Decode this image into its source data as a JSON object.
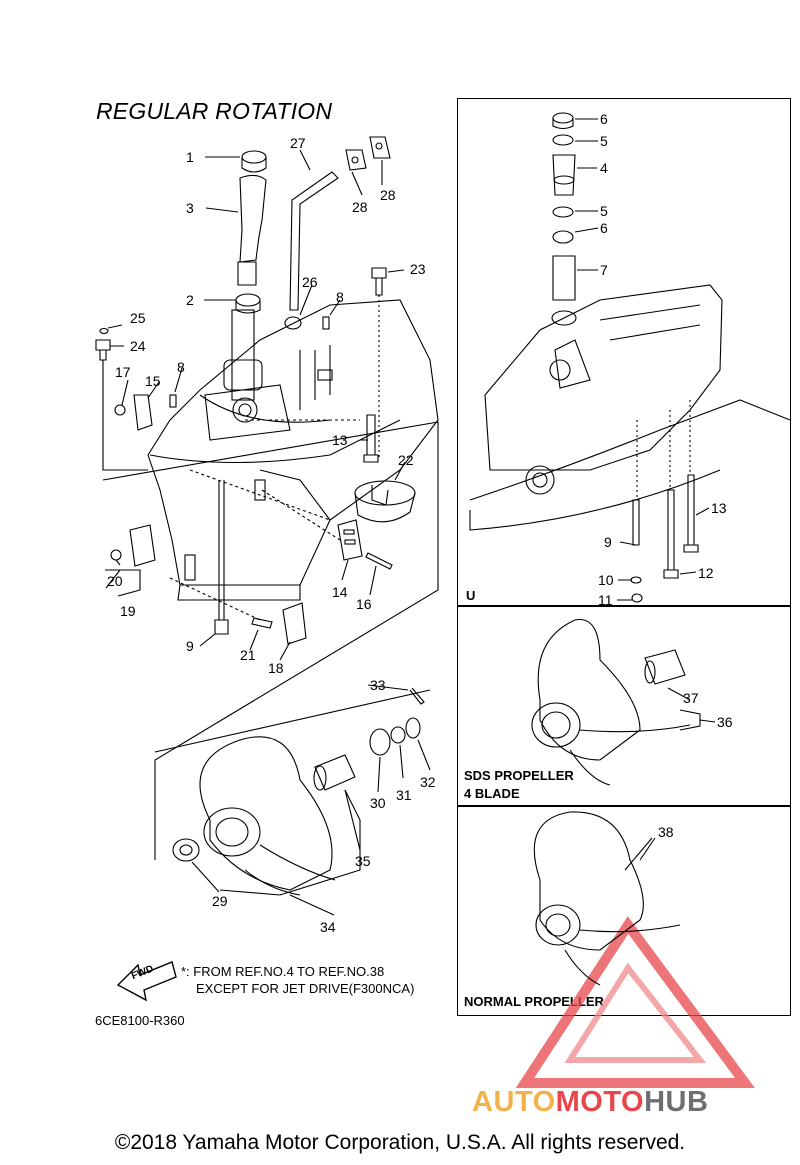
{
  "diagram": {
    "title": "REGULAR ROTATION",
    "panel_u_label": "U",
    "panel_sds_label_line1": "SDS PROPELLER",
    "panel_sds_label_line2": "4 BLADE",
    "panel_normal_label": "NORMAL PROPELLER",
    "note_line1": "*: FROM REF.NO.4 TO REF.NO.38",
    "note_line2": "EXCEPT FOR JET DRIVE(F300NCA)",
    "fwd_label": "FWD",
    "drawing_code": "6CE8100-R360",
    "copyright": "©2018 Yamaha Motor Corporation, U.S.A. All rights reserved.",
    "watermark": {
      "part1": "AUTO",
      "part2": "MOTO",
      "part3": "HUB"
    },
    "colors": {
      "watermark_orange": "#f2b24a",
      "watermark_red": "#e8464a",
      "watermark_gray": "#6d6f73"
    },
    "callouts_main": [
      "1",
      "3",
      "2",
      "25",
      "24",
      "17",
      "15",
      "8",
      "27",
      "28",
      "28",
      "26",
      "8",
      "23",
      "13",
      "22",
      "14",
      "16",
      "20",
      "19",
      "9",
      "21",
      "18"
    ],
    "callouts_u": [
      "6",
      "5",
      "4",
      "5",
      "6",
      "7",
      "9",
      "13",
      "12",
      "10",
      "11"
    ],
    "callouts_prop": [
      "33",
      "30",
      "31",
      "32",
      "35",
      "34",
      "29"
    ],
    "callouts_sds": [
      "37",
      "36"
    ],
    "callouts_normal": [
      "38"
    ]
  }
}
